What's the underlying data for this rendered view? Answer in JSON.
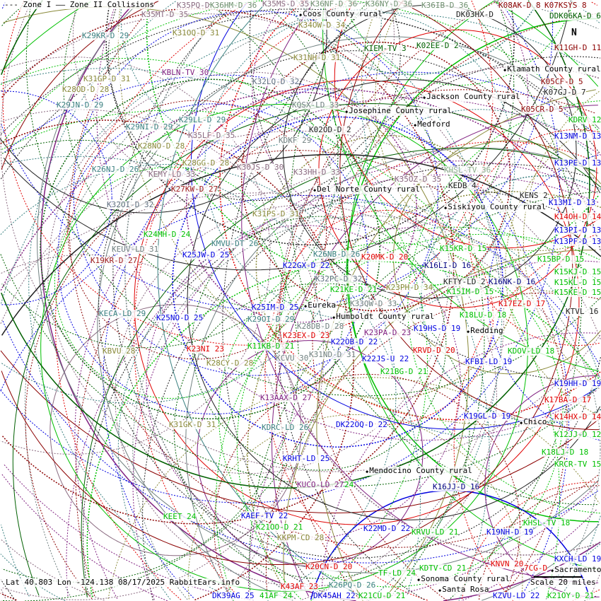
{
  "legend": {
    "zone1": "--- Zone I",
    "zone2": "—— Zone II",
    "collisions": "Collisions"
  },
  "status": "Lat 40.803 Lon -124.138 08/17/2025 RabbitEars.info",
  "scale": "Scale 20 miles",
  "north": "N",
  "colors": {
    "teal": "#3a8080",
    "olive": "#8a8a3a",
    "mauve": "#8a6a80",
    "red": "#e00000",
    "darkred": "#8b0000",
    "blue": "#0000e0",
    "green": "#00c000",
    "darkgreen": "#006000",
    "grey": "#708080",
    "purple": "#802080",
    "dark": "#202020"
  },
  "cities": [
    "Coos County rural",
    "Klamath County rural",
    "Josephine County rural",
    "Jackson County rural",
    "Medford",
    "Del Norte County rural",
    "Siskiyou County rural",
    "Humboldt County rural",
    "Eureka",
    "Redding",
    "Chico",
    "Mendocino County rural",
    "Sacramento",
    "Sonoma County rural",
    "Santa Rosa"
  ],
  "stations": [
    {
      "text": "K35MT-D 35",
      "color": "#8a6a80"
    },
    {
      "text": "K35PQ-D",
      "color": "#8a6a80"
    },
    {
      "text": "K36HM-D 36",
      "color": "#6f8f6f"
    },
    {
      "text": "K35MS-D 35",
      "color": "#8a6a80"
    },
    {
      "text": "K36NF-D 36",
      "color": "#6f8f6f"
    },
    {
      "text": "K36NY-D 36",
      "color": "#6f8f6f"
    },
    {
      "text": "K36IB-D 36",
      "color": "#6f8f6f"
    },
    {
      "text": "DK03HX-D",
      "color": "#202020"
    },
    {
      "text": "K08AK-D 8",
      "color": "#8b0000"
    },
    {
      "text": "K07KSYS 8",
      "color": "#8b0000"
    },
    {
      "text": "K29KR-D 29",
      "color": "#3a8080"
    },
    {
      "text": "K31OQ-D 31",
      "color": "#8a8a3a"
    },
    {
      "text": "K34OW-D 34",
      "color": "#8a8a3a"
    },
    {
      "text": "DDK06KA-D 6",
      "color": "#006000"
    },
    {
      "text": "KIEM-TV 3",
      "color": "#006000"
    },
    {
      "text": "K02EE-D 2",
      "color": "#006000"
    },
    {
      "text": "K11GH-D 11",
      "color": "#8b0000"
    },
    {
      "text": "K31NH-D 31",
      "color": "#8a8a3a"
    },
    {
      "text": "K31GP-D 31",
      "color": "#8a8a3a"
    },
    {
      "text": "KBLN-TV 30",
      "color": "#802080"
    },
    {
      "text": "K05CF-D 5",
      "color": "#8b0000"
    },
    {
      "text": "K28OD-D 28",
      "color": "#8a8a3a"
    },
    {
      "text": "K32LQ-D 32",
      "color": "#607080"
    },
    {
      "text": "K07GJ-D 7",
      "color": "#202020"
    },
    {
      "text": "K29JN-D 29",
      "color": "#3a8080"
    },
    {
      "text": "KQSX-LD 33",
      "color": "#708080"
    },
    {
      "text": "K05CR-D 5",
      "color": "#8b0000"
    },
    {
      "text": "KDRV 12",
      "color": "#00c000"
    },
    {
      "text": "K29NI-D 29",
      "color": "#3a8080"
    },
    {
      "text": "K29LL-D 29",
      "color": "#3a8080"
    },
    {
      "text": "K35LF-D 35",
      "color": "#8a6a80"
    },
    {
      "text": "K02OD-D 2",
      "color": "#202020"
    },
    {
      "text": "K13NM-D 13",
      "color": "#0000e0"
    },
    {
      "text": "KDKF 29",
      "color": "#708080"
    },
    {
      "text": "K28NO-D 28",
      "color": "#8a8a3a"
    },
    {
      "text": "K28GG-D 28",
      "color": "#8a8a3a"
    },
    {
      "text": "K30JS-D 30",
      "color": "#8a6a80"
    },
    {
      "text": "K26NJ-D 26",
      "color": "#3a8080"
    },
    {
      "text": "KEMY-LD 33",
      "color": "#8a6a80"
    },
    {
      "text": "KHSL-TV 36",
      "color": "#90b090"
    },
    {
      "text": "K13PE-D 13",
      "color": "#0000e0"
    },
    {
      "text": "K33HH-D 33",
      "color": "#8a6a80"
    },
    {
      "text": "KEDB 4",
      "color": "#202020"
    },
    {
      "text": "K35OZ-D 35",
      "color": "#8a6a80"
    },
    {
      "text": "K27KW-D 27",
      "color": "#a02020"
    },
    {
      "text": "KENS 2",
      "color": "#202020"
    },
    {
      "text": "K13MI-D 13",
      "color": "#0000e0"
    },
    {
      "text": "K32OI-D 32",
      "color": "#607080"
    },
    {
      "text": "K14OH-D 14",
      "color": "#e00000"
    },
    {
      "text": "K31PS-D 31",
      "color": "#8a8a3a"
    },
    {
      "text": "K13PI-D 13",
      "color": "#0000e0"
    },
    {
      "text": "K24MH-D 24",
      "color": "#00c000"
    },
    {
      "text": "K13PF-D 13",
      "color": "#0000e0"
    },
    {
      "text": "KEUV-LD 31",
      "color": "#708080"
    },
    {
      "text": "KMVU-DT 26",
      "color": "#3a8080"
    },
    {
      "text": "K15BP-D 15",
      "color": "#00c000"
    },
    {
      "text": "K15KR-D 15",
      "color": "#00c000"
    },
    {
      "text": "K25JW-D 25",
      "color": "#0000e0"
    },
    {
      "text": "K20MK-D 20",
      "color": "#e00000"
    },
    {
      "text": "K16LI-D 16",
      "color": "#000080"
    },
    {
      "text": "K19KR-D 27",
      "color": "#a02020"
    },
    {
      "text": "KFTY-LD 2",
      "color": "#202020"
    },
    {
      "text": "K15KJ-D 15",
      "color": "#00c000"
    },
    {
      "text": "K22GX-D 22",
      "color": "#0000e0"
    },
    {
      "text": "K26NB-D 26",
      "color": "#3a8080"
    },
    {
      "text": "K15KL-D 15",
      "color": "#00c000"
    },
    {
      "text": "K32PC-D 32",
      "color": "#607080"
    },
    {
      "text": "K15IM-D 15",
      "color": "#00c000"
    },
    {
      "text": "K15KE-D 15",
      "color": "#00c000"
    },
    {
      "text": "K21KE-D 21",
      "color": "#00c000"
    },
    {
      "text": "K23PH-D 34",
      "color": "#8a8a3a"
    },
    {
      "text": "K16NK-D 16",
      "color": "#000080"
    },
    {
      "text": "K17EZ-D 17",
      "color": "#e00000"
    },
    {
      "text": "KTVL 16",
      "color": "#202020"
    },
    {
      "text": "K33QW-D 33",
      "color": "#708080"
    },
    {
      "text": "K25IM-D 25",
      "color": "#0000e0"
    },
    {
      "text": "K25NO-D 25",
      "color": "#0000e0"
    },
    {
      "text": "KECA-LD 29",
      "color": "#3a8080"
    },
    {
      "text": "K28DB-D 28",
      "color": "#708080"
    },
    {
      "text": "K29OI-D 29",
      "color": "#3a8080"
    },
    {
      "text": "K18LU-D 18",
      "color": "#00c000"
    },
    {
      "text": "K19HS-D 19",
      "color": "#0000e0"
    },
    {
      "text": "K23EX-D 23",
      "color": "#e00000"
    },
    {
      "text": "K22OB-D 22",
      "color": "#0000e0"
    },
    {
      "text": "K23PA-D 23",
      "color": "#802080"
    },
    {
      "text": "KBVU 28",
      "color": "#8a8a3a"
    },
    {
      "text": "K23NI 23",
      "color": "#e00000"
    },
    {
      "text": "K28CY-D 28",
      "color": "#8a8a3a"
    },
    {
      "text": "K22JS-U 22",
      "color": "#0000e0"
    },
    {
      "text": "KRVD-D 20",
      "color": "#e00000"
    },
    {
      "text": "KDOV-LD 18",
      "color": "#00c000"
    },
    {
      "text": "K31ND-D 31",
      "color": "#708080"
    },
    {
      "text": "KCVU 30",
      "color": "#708080"
    },
    {
      "text": "K21BG-D 21",
      "color": "#00c000"
    },
    {
      "text": "KFBI-LD 19",
      "color": "#0000e0"
    },
    {
      "text": "K11KB-D 21",
      "color": "#00c000"
    },
    {
      "text": "K19HH-D 19",
      "color": "#0000e0"
    },
    {
      "text": "K17BA-D 17",
      "color": "#e00000"
    },
    {
      "text": "K14HX-D 14",
      "color": "#e00000"
    },
    {
      "text": "K13AAX-D 27",
      "color": "#802080"
    },
    {
      "text": "DK22OQ-D 22",
      "color": "#0000e0"
    },
    {
      "text": "K19GL-D 19",
      "color": "#0000e0"
    },
    {
      "text": "K31GK-D 31",
      "color": "#8a8a3a"
    },
    {
      "text": "K12JJ-D 12",
      "color": "#00c000"
    },
    {
      "text": "KDRC-LD 26",
      "color": "#3a8080"
    },
    {
      "text": "K18LJ-D 18",
      "color": "#00c000"
    },
    {
      "text": "KRHT-LD 25",
      "color": "#0000e0"
    },
    {
      "text": "KRCR-TV 15",
      "color": "#00c000"
    },
    {
      "text": "K16JJ-D 16",
      "color": "#000080"
    },
    {
      "text": "KUCO-LD 27",
      "color": "#802080"
    },
    {
      "text": "24",
      "color": "#00c000"
    },
    {
      "text": "KEET 24",
      "color": "#00c000"
    },
    {
      "text": "KAEF-TV 22",
      "color": "#0000e0"
    },
    {
      "text": "KHSL-TV 18",
      "color": "#00c000"
    },
    {
      "text": "K21OO-D 21",
      "color": "#00c000"
    },
    {
      "text": "K22MD-D 22",
      "color": "#0000e0"
    },
    {
      "text": "KRVU-LD 21",
      "color": "#00c000"
    },
    {
      "text": "K19NH-D 19",
      "color": "#0000e0"
    },
    {
      "text": "KKPM-CD 28",
      "color": "#8a8a3a"
    },
    {
      "text": "K20CN-D 20",
      "color": "#e00000"
    },
    {
      "text": "KNVN 20",
      "color": "#e00000"
    },
    {
      "text": "K26PQ-D 26",
      "color": "#3a8080"
    },
    {
      "text": "TF-LD 24",
      "color": "#00c000"
    },
    {
      "text": "DK39AG 25",
      "color": "#0000e0"
    },
    {
      "text": "41AF 24",
      "color": "#00c000"
    },
    {
      "text": "K43AF 23",
      "color": "#e00000"
    },
    {
      "text": "DK45AH 22",
      "color": "#0000e0"
    },
    {
      "text": "K21CU-D 21",
      "color": "#00c000"
    },
    {
      "text": "KDTV-CD 21",
      "color": "#00c000"
    },
    {
      "text": "KZVU-LD 22",
      "color": "#0000e0"
    },
    {
      "text": "K21OY-D 21",
      "color": "#00c000"
    },
    {
      "text": "7CG-D",
      "color": "#e00000"
    },
    {
      "text": "KXCH-LD 19",
      "color": "#0000e0"
    }
  ]
}
